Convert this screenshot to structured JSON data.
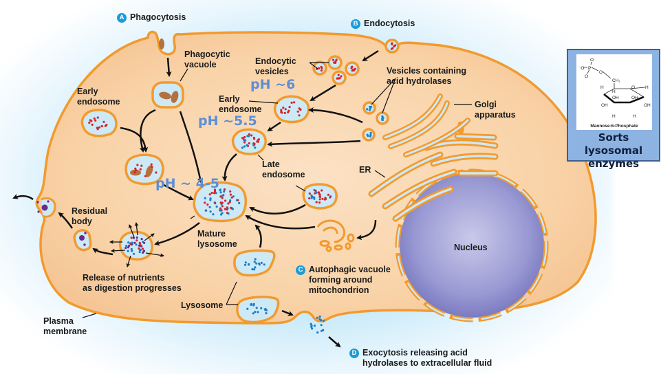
{
  "diagram": {
    "title": "Lysosome formation and function pathways",
    "processes": [
      {
        "badge": "A",
        "label": "Phagocytosis"
      },
      {
        "badge": "B",
        "label": "Endocytosis"
      },
      {
        "badge": "C",
        "label": "Autophagic vacuole forming around mitochondrion",
        "lines": [
          "Autophagic vacuole",
          "forming around",
          "mitochondrion"
        ]
      },
      {
        "badge": "D",
        "label": "Exocytosis releasing acid hydrolases to extracellular fluid",
        "lines": [
          "Exocytosis releasing acid",
          "hydrolases to extracellular fluid"
        ]
      }
    ],
    "labels": {
      "phagocytic_vacuole": [
        "Phagocytic",
        "vacuole"
      ],
      "early_endosome_left": [
        "Early",
        "endosome"
      ],
      "endocytic_vesicles": [
        "Endocytic",
        "vesicles"
      ],
      "early_endosome_center": [
        "Early",
        "endosome"
      ],
      "vesicles_acid_hydrolases": [
        "Vesicles containing",
        "acid hydrolases"
      ],
      "golgi": [
        "Golgi",
        "apparatus"
      ],
      "late_endosome": [
        "Late",
        "endosome"
      ],
      "er": "ER",
      "residual_body": [
        "Residual",
        "body"
      ],
      "mature_lysosome": [
        "Mature",
        "lysosome"
      ],
      "release_nutrients": [
        "Release of nutrients",
        "as digestion progresses"
      ],
      "lysosome": "Lysosome",
      "plasma_membrane": [
        "Plasma",
        "membrane"
      ],
      "nucleus": "Nucleus"
    },
    "ph_annotations": {
      "early_vesicles": "pH ~6",
      "early_endosome": "pH ~5.5",
      "mature_lysosome": "pH ~ 4-5"
    },
    "inset": {
      "molecule_name": "Mannose-6-Phosphate",
      "caption": [
        "Sorts lysosomal",
        "enzymes"
      ]
    },
    "colors": {
      "cytoplasm": "#f9d3a8",
      "membrane": "#f29a2e",
      "vesicle_fill": "#cde9f6",
      "enzyme_dot": "#1b7fc4",
      "substrate_dot": "#d6232a",
      "residue_dot": "#6a2a8c",
      "nucleus": "#8f8fcc",
      "ph_text": "#5b8fd6",
      "badge": "#1c9bd7",
      "inset_bg": "#8db3e2"
    }
  }
}
